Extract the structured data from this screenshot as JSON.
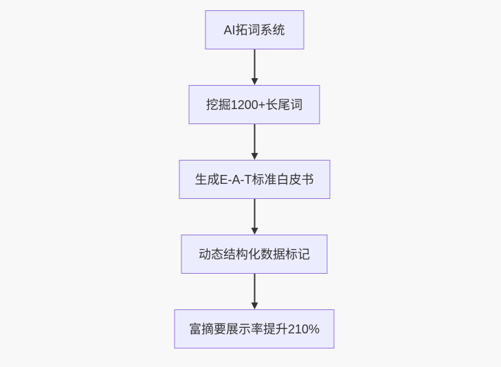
{
  "diagram": {
    "type": "flowchart",
    "direction": "top-down",
    "nodes": [
      {
        "label": "AI拓词系统"
      },
      {
        "label": "挖掘1200+长尾词"
      },
      {
        "label": "生成E-A-T标准白皮书"
      },
      {
        "label": "动态结构化数据标记"
      },
      {
        "label": "富摘要展示率提升210%"
      }
    ],
    "edges": [
      {
        "from": "AI拓词系统",
        "to": "挖掘1200+长尾词"
      },
      {
        "from": "挖掘1200+长尾词",
        "to": "生成E-A-T标准白皮书"
      },
      {
        "from": "生成E-A-T标准白皮书",
        "to": "动态结构化数据标记"
      },
      {
        "from": "动态结构化数据标记",
        "to": "富摘要展示率提升210%"
      }
    ],
    "colors": {
      "node_fill": "#ECECFF",
      "node_border": "#9370DB",
      "arrow": "#333333",
      "text": "#333333",
      "background": "#f8f8f8"
    }
  }
}
